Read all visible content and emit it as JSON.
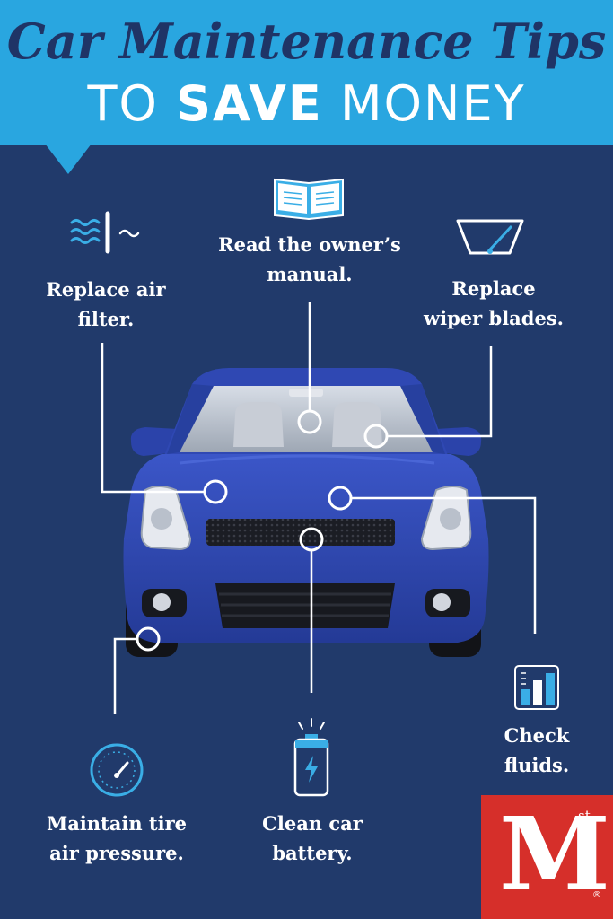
{
  "header": {
    "title_line1": "Car Maintenance Tips",
    "title_line2_prefix": "TO ",
    "title_line2_bold": "SAVE",
    "title_line2_suffix": " MONEY"
  },
  "tips": {
    "air_filter": [
      "Replace air",
      "filter."
    ],
    "owners_manual": [
      "Read the owner’s",
      "manual."
    ],
    "wiper_blades": [
      "Replace",
      "wiper blades."
    ],
    "fluids": [
      "Check",
      "fluids."
    ],
    "tire_pressure": [
      "Maintain tire",
      "air pressure."
    ],
    "battery": [
      "Clean car",
      "battery."
    ]
  },
  "icons": [
    "air-flow-icon",
    "open-book-icon",
    "windshield-wiper-icon",
    "fluid-levels-icon",
    "pressure-gauge-icon",
    "battery-icon"
  ],
  "logo": {
    "letter": "M",
    "superscript": "st",
    "registered": "®"
  },
  "colors": {
    "header_bg": "#29a6e0",
    "title_navy": "#1f3466",
    "background": "#213a6b",
    "icon_blue": "#3aaee6",
    "car_blue": "#2f47b5",
    "logo_red": "#d62f2a"
  }
}
